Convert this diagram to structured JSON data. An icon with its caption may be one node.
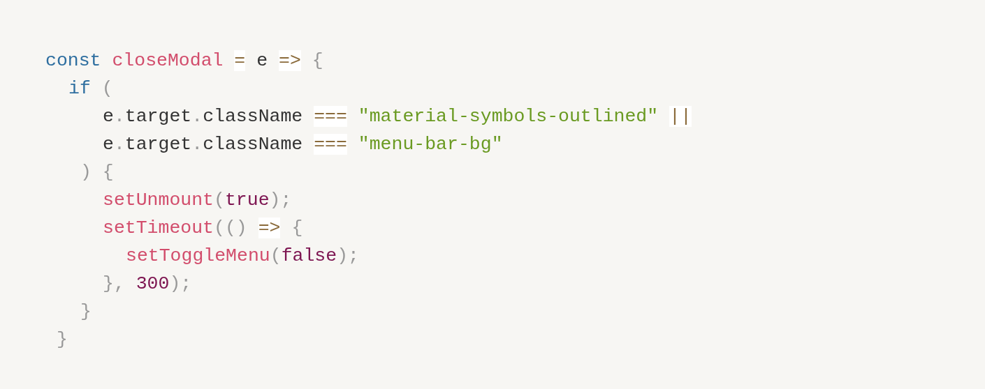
{
  "diagram": {
    "labels": [
      "const closeModal = e => {",
      "if (",
      "e.target.className === \"material-symbols-outlined\" ||",
      "e.target.className === \"menu-bar-bg\"",
      ") {",
      "setUnmount(true);",
      "setTimeout(() => {",
      "setToggleMenu(false);",
      "}, 300);",
      "}",
      "}"
    ]
  }
}
